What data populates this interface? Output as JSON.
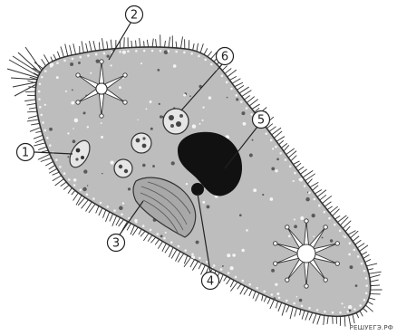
{
  "labels": [
    "1",
    "2",
    "3",
    "4",
    "5",
    "6"
  ],
  "watermark": "РЕШУЕГЭ.РФ",
  "colors": {
    "cytoplasm": "#bdbdbd",
    "outline": "#333333",
    "nucleus": "#111111",
    "background": "#ffffff"
  }
}
